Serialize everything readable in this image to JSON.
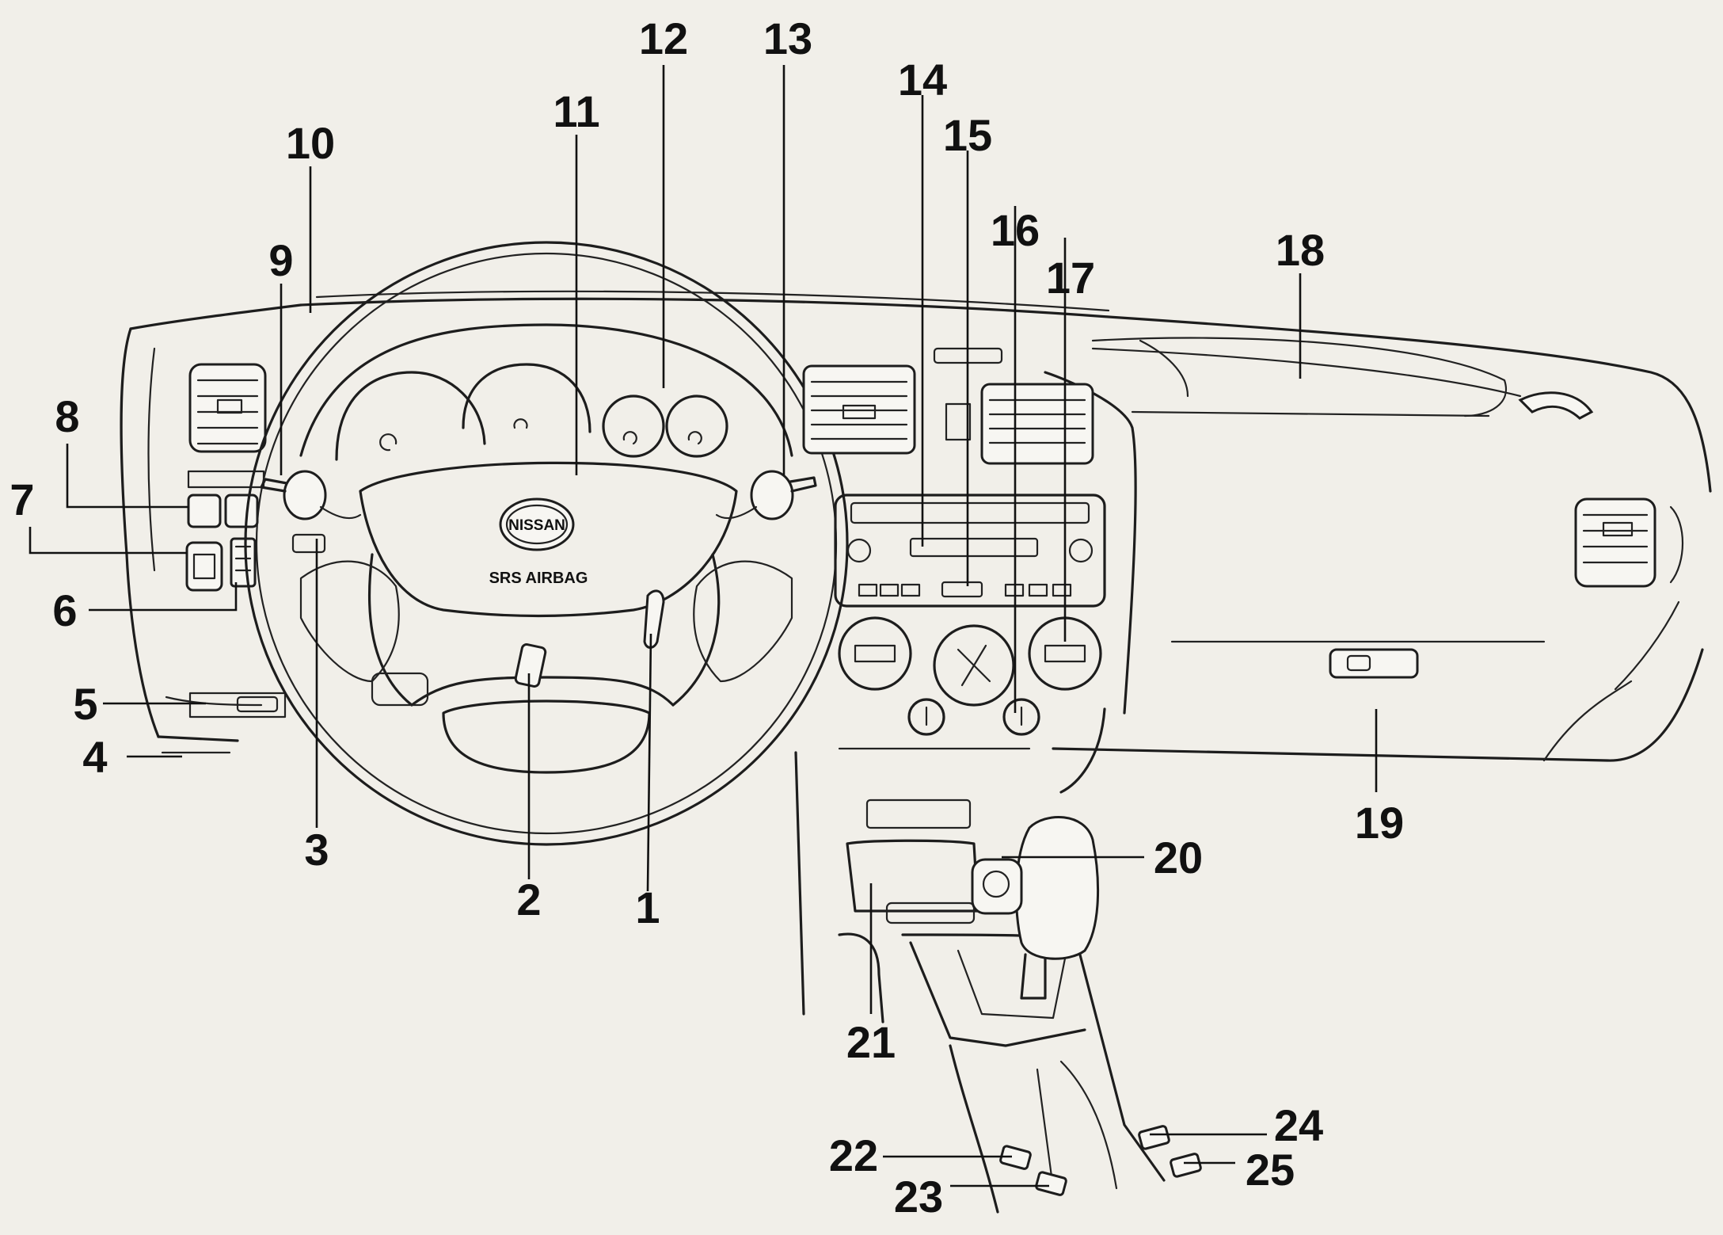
{
  "steering_wheel": {
    "logo_text": "NISSAN",
    "airbag_text": "SRS AIRBAG"
  },
  "callouts": [
    {
      "id": "callout-1",
      "label": "1"
    },
    {
      "id": "callout-2",
      "label": "2"
    },
    {
      "id": "callout-3",
      "label": "3"
    },
    {
      "id": "callout-4",
      "label": "4"
    },
    {
      "id": "callout-5",
      "label": "5"
    },
    {
      "id": "callout-6",
      "label": "6"
    },
    {
      "id": "callout-7",
      "label": "7"
    },
    {
      "id": "callout-8",
      "label": "8"
    },
    {
      "id": "callout-9",
      "label": "9"
    },
    {
      "id": "callout-10",
      "label": "10"
    },
    {
      "id": "callout-11",
      "label": "11"
    },
    {
      "id": "callout-12",
      "label": "12"
    },
    {
      "id": "callout-13",
      "label": "13"
    },
    {
      "id": "callout-14",
      "label": "14"
    },
    {
      "id": "callout-15",
      "label": "15"
    },
    {
      "id": "callout-16",
      "label": "16"
    },
    {
      "id": "callout-17",
      "label": "17"
    },
    {
      "id": "callout-18",
      "label": "18"
    },
    {
      "id": "callout-19",
      "label": "19"
    },
    {
      "id": "callout-20",
      "label": "20"
    },
    {
      "id": "callout-21",
      "label": "21"
    },
    {
      "id": "callout-22",
      "label": "22"
    },
    {
      "id": "callout-23",
      "label": "23"
    },
    {
      "id": "callout-24",
      "label": "24"
    },
    {
      "id": "callout-25",
      "label": "25"
    }
  ]
}
